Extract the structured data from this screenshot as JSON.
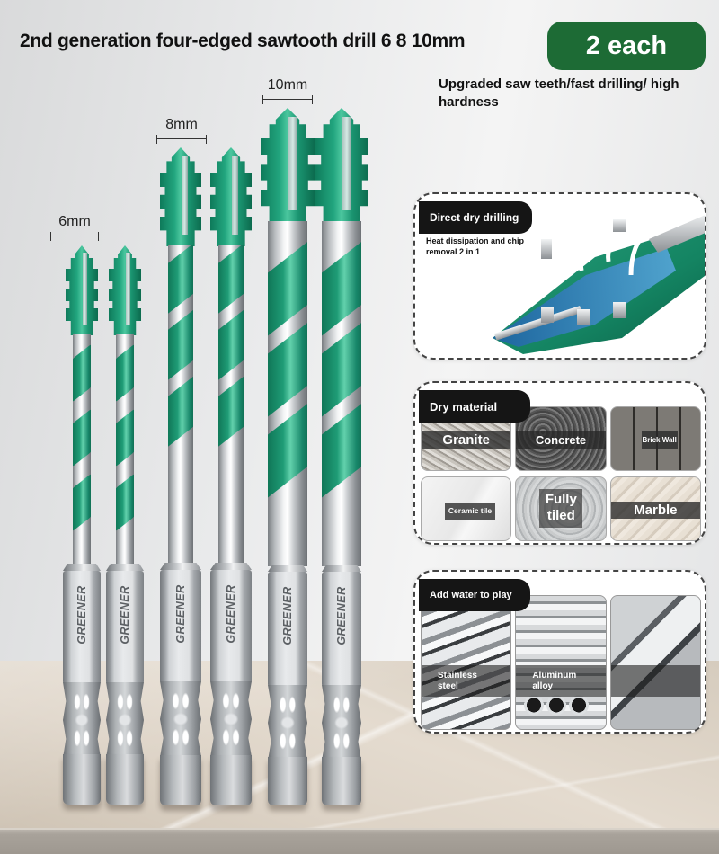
{
  "header": {
    "title": "2nd generation four-edged sawtooth drill 6 8 10mm",
    "badge": "2 each",
    "subtitle": "Upgraded saw teeth/fast drilling/ high hardness",
    "badge_color": "#1d6b35"
  },
  "product": {
    "brand": "GREENER",
    "accent_color": "#22a57e",
    "sizes": [
      {
        "label": "6mm",
        "count": 2
      },
      {
        "label": "8mm",
        "count": 2
      },
      {
        "label": "10mm",
        "count": 2
      }
    ],
    "bits": [
      {
        "size": "6mm",
        "brand": "GREENER"
      },
      {
        "size": "6mm",
        "brand": "GREENER"
      },
      {
        "size": "8mm",
        "brand": "GREENER"
      },
      {
        "size": "8mm",
        "brand": "GREENER"
      },
      {
        "size": "10mm",
        "brand": "GREENER"
      },
      {
        "size": "10mm",
        "brand": "GREENER"
      }
    ]
  },
  "panels": {
    "dry_drilling": {
      "tag": "Direct dry drilling",
      "description": "Heat dissipation and chip removal 2 in 1"
    },
    "dry_material": {
      "tag": "Dry material",
      "materials": [
        "Granite",
        "Concrete",
        "Brick Wall",
        "Ceramic tile",
        "Fully tiled",
        "Marble"
      ]
    },
    "add_water": {
      "tag": "Add water to play",
      "materials": [
        "Stainless steel",
        "Aluminum alloy",
        ""
      ]
    }
  }
}
